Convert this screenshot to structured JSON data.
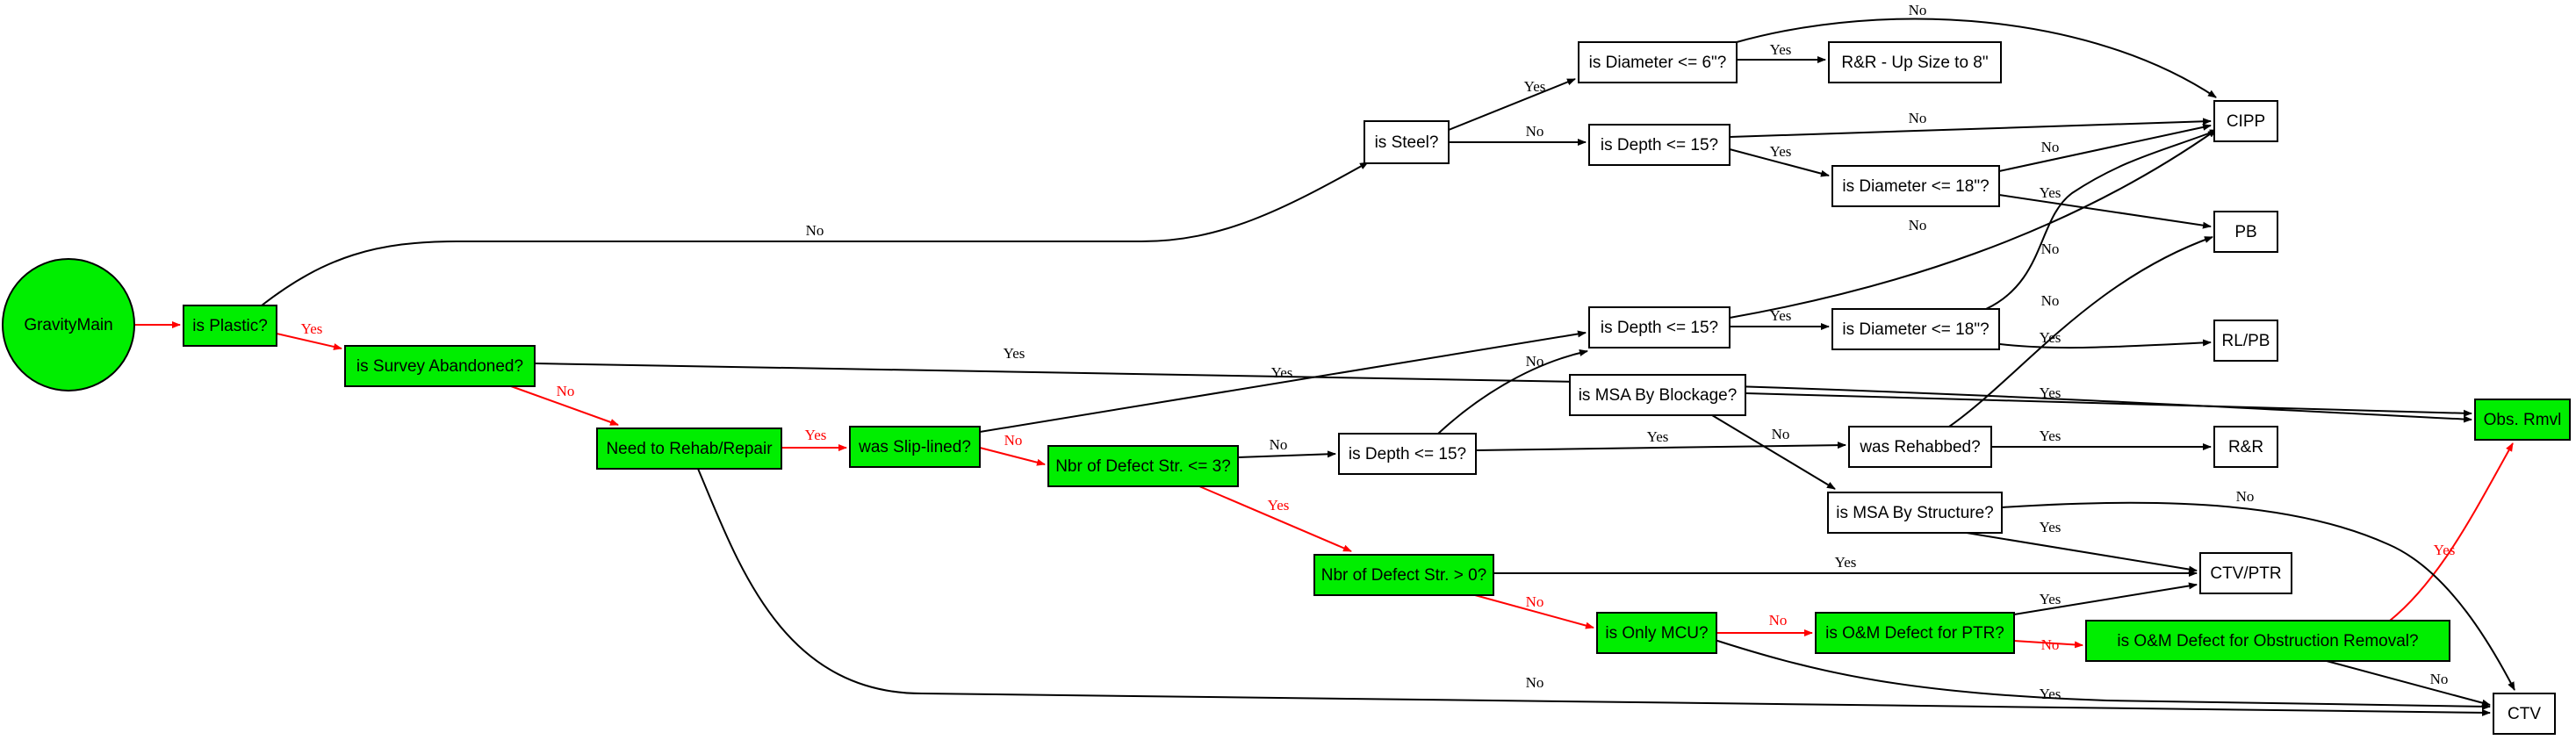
{
  "colors": {
    "highlight_fill": "#00ee00",
    "default_fill": "#ffffff",
    "stroke": "#000000",
    "highlight_edge": "#ff0000",
    "default_edge": "#000000"
  },
  "nodes": [
    {
      "id": "gravity_main",
      "label": "GravityMain",
      "shape": "circle",
      "highlight": true
    },
    {
      "id": "is_plastic",
      "label": "is Plastic?",
      "highlight": true
    },
    {
      "id": "is_survey_abandoned",
      "label": "is Survey Abandoned?",
      "highlight": true
    },
    {
      "id": "need_rehab",
      "label": "Need to Rehab/Repair",
      "highlight": true
    },
    {
      "id": "was_slip_lined",
      "label": "was Slip-lined?",
      "highlight": true
    },
    {
      "id": "nbr_defect_le3",
      "label": "Nbr of Defect Str. <= 3?",
      "highlight": true
    },
    {
      "id": "nbr_defect_gt0",
      "label": "Nbr of Defect Str. > 0?",
      "highlight": true
    },
    {
      "id": "is_only_mcu",
      "label": "is Only MCU?",
      "highlight": true
    },
    {
      "id": "is_om_ptr",
      "label": "is O&M Defect for PTR?",
      "highlight": true
    },
    {
      "id": "is_om_obstruction",
      "label": "is O&M Defect for Obstruction Removal?",
      "highlight": true
    },
    {
      "id": "obs_rmvl",
      "label": "Obs. Rmvl",
      "highlight": true
    },
    {
      "id": "is_steel",
      "label": "is Steel?",
      "highlight": false
    },
    {
      "id": "is_diameter_6",
      "label": "is Diameter <= 6\"?",
      "highlight": false
    },
    {
      "id": "rr_upsize",
      "label": "R&R - Up Size to 8\"",
      "highlight": false
    },
    {
      "id": "is_depth_15_a",
      "label": "is Depth <= 15?",
      "highlight": false
    },
    {
      "id": "is_diameter_18_a",
      "label": "is Diameter <= 18\"?",
      "highlight": false
    },
    {
      "id": "cipp",
      "label": "CIPP",
      "highlight": false
    },
    {
      "id": "pb",
      "label": "PB",
      "highlight": false
    },
    {
      "id": "is_depth_15_b",
      "label": "is Depth <= 15?",
      "highlight": false
    },
    {
      "id": "is_diameter_18_b",
      "label": "is Diameter <= 18\"?",
      "highlight": false
    },
    {
      "id": "rlpb",
      "label": "RL/PB",
      "highlight": false
    },
    {
      "id": "is_msa_blockage",
      "label": "is MSA By Blockage?",
      "highlight": false
    },
    {
      "id": "is_depth_15_c",
      "label": "is Depth <= 15?",
      "highlight": false
    },
    {
      "id": "was_rehabbed",
      "label": "was Rehabbed?",
      "highlight": false
    },
    {
      "id": "rr",
      "label": "R&R",
      "highlight": false
    },
    {
      "id": "is_msa_structure",
      "label": "is MSA By Structure?",
      "highlight": false
    },
    {
      "id": "ctv_ptr",
      "label": "CTV/PTR",
      "highlight": false
    },
    {
      "id": "ctv",
      "label": "CTV",
      "highlight": false
    }
  ],
  "edges": [
    {
      "from": "gravity_main",
      "to": "is_plastic",
      "label": "",
      "highlight": true
    },
    {
      "from": "is_plastic",
      "to": "is_steel",
      "label": "No",
      "highlight": false
    },
    {
      "from": "is_plastic",
      "to": "is_survey_abandoned",
      "label": "Yes",
      "highlight": true
    },
    {
      "from": "is_survey_abandoned",
      "to": "obs_rmvl",
      "label": "Yes",
      "highlight": false
    },
    {
      "from": "is_survey_abandoned",
      "to": "need_rehab",
      "label": "No",
      "highlight": true
    },
    {
      "from": "need_rehab",
      "to": "was_slip_lined",
      "label": "Yes",
      "highlight": true
    },
    {
      "from": "need_rehab",
      "to": "ctv",
      "label": "No",
      "highlight": false
    },
    {
      "from": "was_slip_lined",
      "to": "is_depth_15_b",
      "label": "Yes",
      "highlight": false
    },
    {
      "from": "was_slip_lined",
      "to": "nbr_defect_le3",
      "label": "No",
      "highlight": true
    },
    {
      "from": "nbr_defect_le3",
      "to": "is_depth_15_c",
      "label": "No",
      "highlight": false
    },
    {
      "from": "nbr_defect_le3",
      "to": "nbr_defect_gt0",
      "label": "Yes",
      "highlight": true
    },
    {
      "from": "nbr_defect_gt0",
      "to": "ctv_ptr",
      "label": "Yes",
      "highlight": false
    },
    {
      "from": "nbr_defect_gt0",
      "to": "is_only_mcu",
      "label": "No",
      "highlight": true
    },
    {
      "from": "is_only_mcu",
      "to": "is_om_ptr",
      "label": "No",
      "highlight": true
    },
    {
      "from": "is_only_mcu",
      "to": "ctv",
      "label": "Yes",
      "highlight": false
    },
    {
      "from": "is_om_ptr",
      "to": "ctv_ptr",
      "label": "Yes",
      "highlight": false
    },
    {
      "from": "is_om_ptr",
      "to": "is_om_obstruction",
      "label": "No",
      "highlight": true
    },
    {
      "from": "is_om_obstruction",
      "to": "obs_rmvl",
      "label": "Yes",
      "highlight": true
    },
    {
      "from": "is_om_obstruction",
      "to": "ctv",
      "label": "No",
      "highlight": false
    },
    {
      "from": "is_steel",
      "to": "is_diameter_6",
      "label": "Yes",
      "highlight": false
    },
    {
      "from": "is_steel",
      "to": "is_depth_15_a",
      "label": "No",
      "highlight": false
    },
    {
      "from": "is_diameter_6",
      "to": "rr_upsize",
      "label": "Yes",
      "highlight": false
    },
    {
      "from": "is_diameter_6",
      "to": "cipp",
      "label": "No",
      "highlight": false
    },
    {
      "from": "is_depth_15_a",
      "to": "cipp",
      "label": "No",
      "highlight": false
    },
    {
      "from": "is_depth_15_a",
      "to": "is_diameter_18_a",
      "label": "Yes",
      "highlight": false
    },
    {
      "from": "is_diameter_18_a",
      "to": "cipp",
      "label": "No",
      "highlight": false
    },
    {
      "from": "is_diameter_18_a",
      "to": "pb",
      "label": "Yes",
      "highlight": false
    },
    {
      "from": "is_depth_15_b",
      "to": "cipp",
      "label": "No",
      "highlight": false
    },
    {
      "from": "is_depth_15_b",
      "to": "is_diameter_18_b",
      "label": "Yes",
      "highlight": false
    },
    {
      "from": "is_diameter_18_b",
      "to": "cipp",
      "label": "No",
      "highlight": false
    },
    {
      "from": "is_diameter_18_b",
      "to": "rlpb",
      "label": "Yes",
      "highlight": false
    },
    {
      "from": "is_msa_blockage",
      "to": "obs_rmvl",
      "label": "Yes",
      "highlight": false
    },
    {
      "from": "is_msa_blockage",
      "to": "is_msa_structure",
      "label": "No",
      "highlight": false
    },
    {
      "from": "is_depth_15_c",
      "to": "is_depth_15_b",
      "label": "No",
      "highlight": false
    },
    {
      "from": "is_depth_15_c",
      "to": "was_rehabbed",
      "label": "Yes",
      "highlight": false
    },
    {
      "from": "was_rehabbed",
      "to": "pb",
      "label": "No",
      "highlight": false
    },
    {
      "from": "was_rehabbed",
      "to": "rr",
      "label": "Yes",
      "highlight": false
    },
    {
      "from": "is_msa_structure",
      "to": "ctv_ptr",
      "label": "Yes",
      "highlight": false
    },
    {
      "from": "is_msa_structure",
      "to": "ctv",
      "label": "No",
      "highlight": false
    }
  ]
}
